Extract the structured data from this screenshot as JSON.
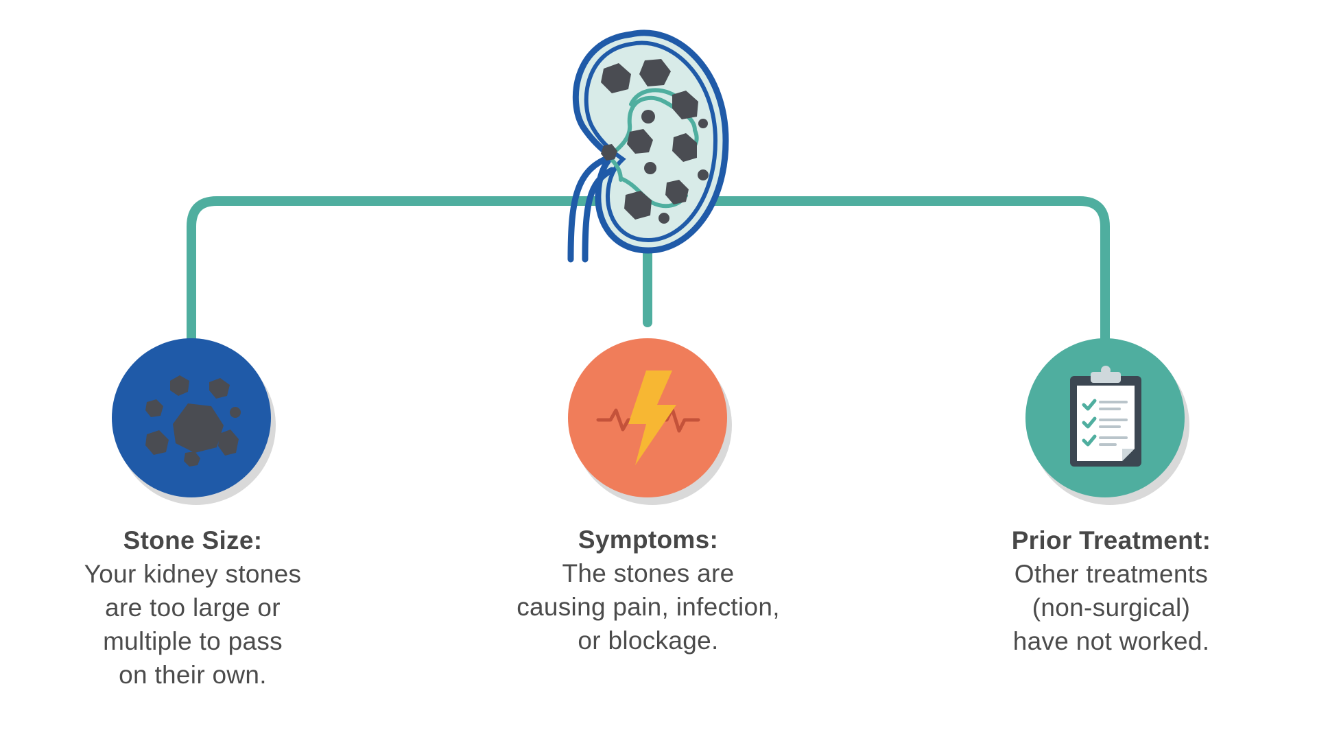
{
  "colors": {
    "connector": "#4fae9f",
    "kidney_outline": "#1f5aa8",
    "kidney_inner_line": "#4fae9f",
    "kidney_fill": "#d8ebe8",
    "stone": "#4a4c52",
    "stone_size_circle": "#1f5aa8",
    "symptoms_circle": "#f07d5a",
    "prior_treatment_circle": "#4fae9f",
    "circle_shadow": "#d9d9d9",
    "bolt": "#f7b733",
    "text": "#4b4b4b"
  },
  "center_icon": "kidney-with-stones-icon",
  "criteria": [
    {
      "id": "stone-size",
      "icon": "stones-icon",
      "heading": "Stone Size:",
      "lines": [
        "Your kidney stones",
        "are too large or",
        "multiple to pass",
        "on their own."
      ]
    },
    {
      "id": "symptoms",
      "icon": "lightning-pulse-icon",
      "heading": "Symptoms:",
      "lines": [
        "The stones are",
        "causing pain, infection,",
        "or blockage."
      ]
    },
    {
      "id": "prior-treatment",
      "icon": "clipboard-checklist-icon",
      "heading": "Prior Treatment:",
      "lines": [
        "Other treatments",
        "(non-surgical)",
        "have not worked."
      ]
    }
  ]
}
